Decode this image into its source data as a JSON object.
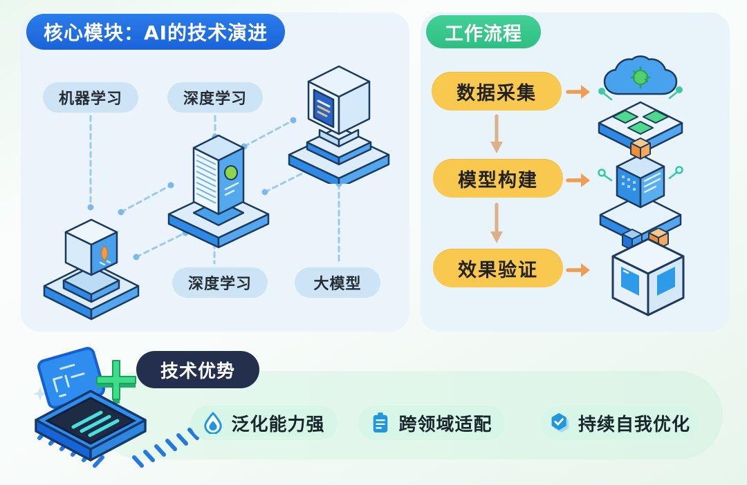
{
  "colors": {
    "left_title_bg": "#1e6fe3",
    "right_title_bg": "#3cc98e",
    "step_pill_bg": "#f9c84f",
    "node_pill_bg": "#cde4f6",
    "advantage_pill_bg": "#d8f6e8",
    "advantage_title_bg": "#232f4d",
    "panel_bg": "#ebf4fb",
    "flow_arrow_orange": "#ec9e55",
    "flow_arrow_tan": "#ddb08a",
    "connector_dash_blue": "#9ccaea"
  },
  "left_panel": {
    "title": "核心模块：AI的技术演进",
    "nodes": [
      {
        "label": "机器学习",
        "icon": "ml-cube-icon"
      },
      {
        "label": "深度学习",
        "icon": "dl-server-icon"
      },
      {
        "label": "深度学习",
        "icon": "dl-server-icon"
      },
      {
        "label": "大模型",
        "icon": "llm-computer-icon"
      }
    ]
  },
  "right_panel": {
    "title": "工作流程",
    "steps": [
      {
        "label": "数据采集",
        "icon": "data-collection-icon"
      },
      {
        "label": "模型构建",
        "icon": "model-build-icon"
      },
      {
        "label": "效果验证",
        "icon": "verify-cube-icon"
      }
    ]
  },
  "bottom_section": {
    "title": "技术优势",
    "chip_icon": "cpu-chip-icon",
    "advantages": [
      {
        "label": "泛化能力强",
        "icon": "drop-icon"
      },
      {
        "label": "跨领域适配",
        "icon": "clipboard-icon"
      },
      {
        "label": "持续自我优化",
        "icon": "shield-check-icon"
      }
    ]
  }
}
